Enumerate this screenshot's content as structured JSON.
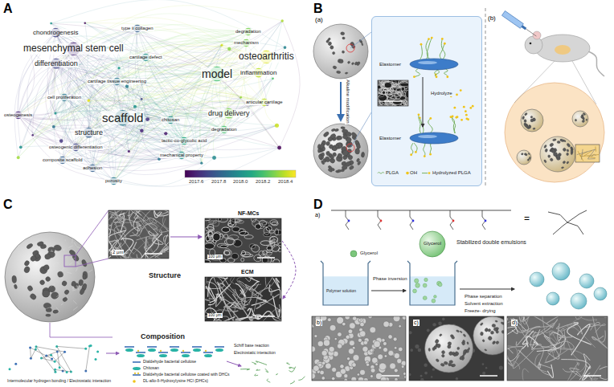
{
  "diagram": {
    "nodes": [
      {
        "text": [
          "Elastomer",
          "Hydrolyze",
          "Elastomer"
        ]
      }
    ],
    "labels": [
      "A",
      "chondrogenesis",
      "type ii collagen",
      "degradation",
      "mechanism",
      "mesenchymal stem cell",
      "differentiation",
      "cartilage defect",
      "osteoarthritis",
      "model",
      "inflammation",
      "cartilage tissue engineering",
      "cell proliferation",
      "articular cartilage",
      "drug delivery",
      "osteogenesis",
      "scaffold",
      "chitosan",
      "degradation",
      "structure",
      "lactic-co-glycolic acid",
      "osteogenic differentiation",
      "mechanical property",
      "composite scaffold",
      "adhesion",
      "porosity",
      "2017.6",
      "2017.8",
      "2018.0",
      "2018.2",
      "2018.4",
      "B",
      "(a)",
      "(b)",
      "Alkaline modification",
      "C",
      "2 μm",
      "NF-MCs",
      "100 μm",
      "Structure",
      "ECM",
      "100 μm",
      "Composition",
      "Schiff base reaction",
      "Electrostatic interaction",
      "Intermolecular hydrogen bonding / Electrostatic interaction",
      "D",
      "a)",
      "=",
      "Glycerol",
      "Polymer solution",
      "Phase inversion",
      "Glycerol",
      "Stabilized double emulsions",
      "Phase separation",
      "Solvent extraction",
      "Freeze- drying",
      "b)",
      "c)",
      "d)"
    ],
    "legend": [
      {
        "text": "PLGA"
      },
      {
        "text": "OH"
      },
      {
        "text": "Hydrolyzed PLGA"
      },
      {
        "text": "Dialdehyde bacterial cellulose"
      },
      {
        "text": "Chitosan"
      },
      {
        "text": "Dialdehyde bacterial cellulose coated with DHCs"
      },
      {
        "text": "DL-allo-δ-Hydroxylysine HCl (DHCs)"
      }
    ]
  }
}
